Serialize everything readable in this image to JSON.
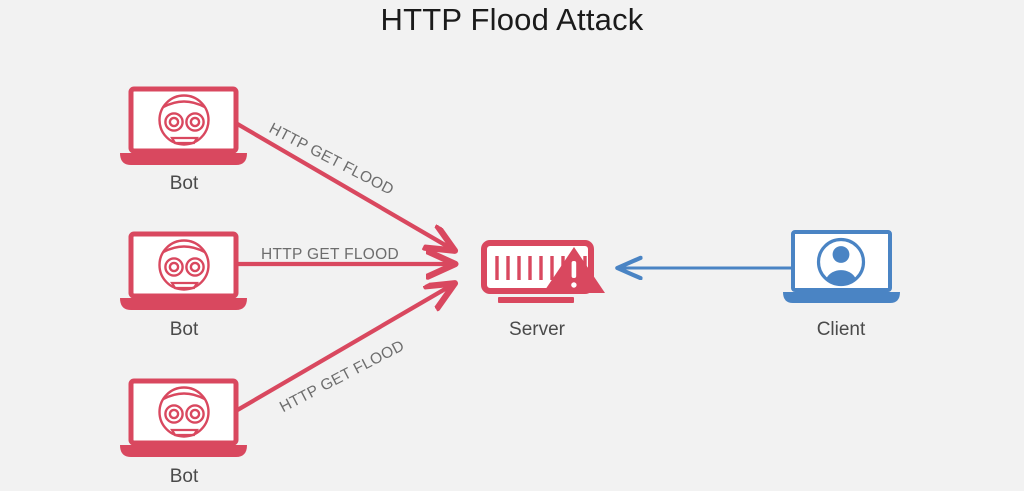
{
  "title": "HTTP Flood Attack",
  "colors": {
    "background": "#f2f2f2",
    "attack_red": "#d9485f",
    "client_blue": "#4a84c4",
    "label_text": "#4a4a4a",
    "edge_label_text": "#6d6d6d",
    "title_text": "#1b1b1b"
  },
  "nodes": {
    "bot_top": {
      "label": "Bot",
      "icon": "bot-laptop-icon"
    },
    "bot_middle": {
      "label": "Bot",
      "icon": "bot-laptop-icon"
    },
    "bot_bottom": {
      "label": "Bot",
      "icon": "bot-laptop-icon"
    },
    "server": {
      "label": "Server",
      "icon": "server-warning-icon"
    },
    "client": {
      "label": "Client",
      "icon": "client-laptop-icon"
    }
  },
  "edges": [
    {
      "id": "edge-top",
      "label": "HTTP GET FLOOD",
      "from": "bot_top",
      "to": "server",
      "color": "#d9485f",
      "direction": "to-server"
    },
    {
      "id": "edge-middle",
      "label": "HTTP GET FLOOD",
      "from": "bot_middle",
      "to": "server",
      "color": "#d9485f",
      "direction": "to-server"
    },
    {
      "id": "edge-bottom",
      "label": "HTTP GET FLOOD",
      "from": "bot_bottom",
      "to": "server",
      "color": "#d9485f",
      "direction": "to-server"
    },
    {
      "id": "edge-client",
      "label": "",
      "from": "client",
      "to": "server",
      "color": "#4a84c4",
      "direction": "to-server"
    }
  ]
}
